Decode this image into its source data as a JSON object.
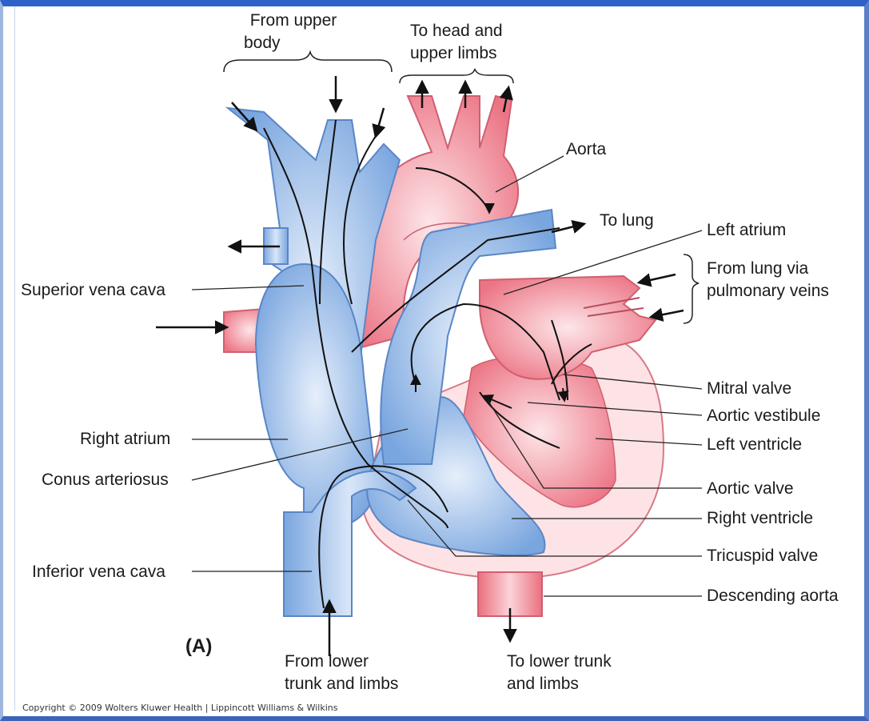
{
  "figure_letter": "(A)",
  "copyright": "Copyright © 2009 Wolters Kluwer Health | Lippincott Williams & Wilkins",
  "labels": {
    "from_upper_body": [
      "From upper",
      "body"
    ],
    "to_head_upper_limbs": [
      "To head and",
      "upper limbs"
    ],
    "aorta": "Aorta",
    "to_lung": "To lung",
    "left_atrium": "Left atrium",
    "from_lung_pulmonary_veins": [
      "From lung via",
      "pulmonary veins"
    ],
    "superior_vena_cava": "Superior vena cava",
    "mitral_valve": "Mitral valve",
    "aortic_vestibule": "Aortic vestibule",
    "right_atrium": "Right atrium",
    "left_ventricle": "Left ventricle",
    "conus_arteriosus": "Conus arteriosus",
    "aortic_valve": "Aortic valve",
    "right_ventricle": "Right ventricle",
    "tricuspid_valve": "Tricuspid valve",
    "inferior_vena_cava": "Inferior vena cava",
    "descending_aorta": "Descending aorta",
    "from_lower_trunk_limbs": [
      "From lower",
      "trunk and limbs"
    ],
    "to_lower_trunk_limbs": [
      "To lower trunk",
      "and limbs"
    ]
  },
  "colors": {
    "frame": "#2d63c8",
    "deoxygenated_blue": "#8fb4e6",
    "deoxygenated_light": "#cfe0f6",
    "oxygenated_red": "#ef8a96",
    "oxygenated_light": "#fbd6dc",
    "ventricle_pink": "#fce2e4"
  }
}
